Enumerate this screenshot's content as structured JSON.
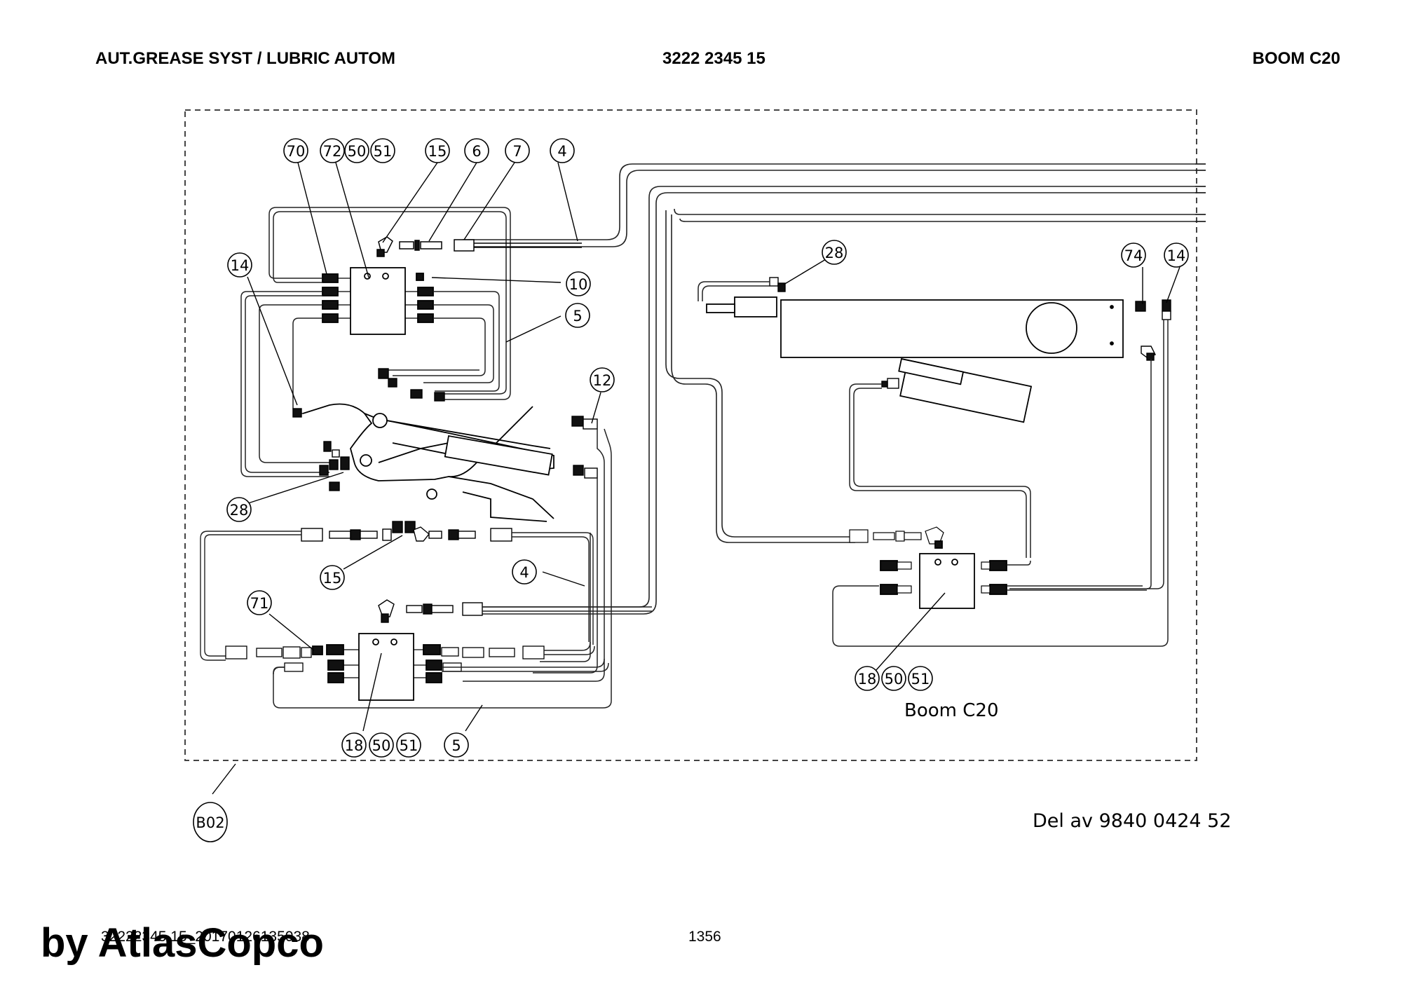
{
  "header": {
    "title": "AUT.GREASE SYST / LUBRIC AUTOM",
    "part_number": "3222 2345 15",
    "section": "BOOM C20"
  },
  "diagram": {
    "callouts": {
      "c70": "70",
      "c72": "72",
      "c50a": "50",
      "c51a": "51",
      "c15a": "15",
      "c6": "6",
      "c7": "7",
      "c4a": "4",
      "c14a": "14",
      "c10": "10",
      "c5a": "5",
      "c12": "12",
      "c28a": "28",
      "c15b": "15",
      "c4b": "4",
      "c71": "71",
      "c18b": "18",
      "c50b": "50",
      "c51b": "51",
      "c5b": "5",
      "c28b": "28",
      "c74": "74",
      "c14b": "14",
      "c18c": "18",
      "c50c": "50",
      "c51c": "51",
      "cB02": "B02"
    },
    "boom_label": "Boom C20"
  },
  "footer": {
    "part_of": "Del av 9840 0424 52",
    "doc_code": "32222345 15_20170126135038",
    "page": "1356",
    "brand": "by AtlasCopco"
  }
}
